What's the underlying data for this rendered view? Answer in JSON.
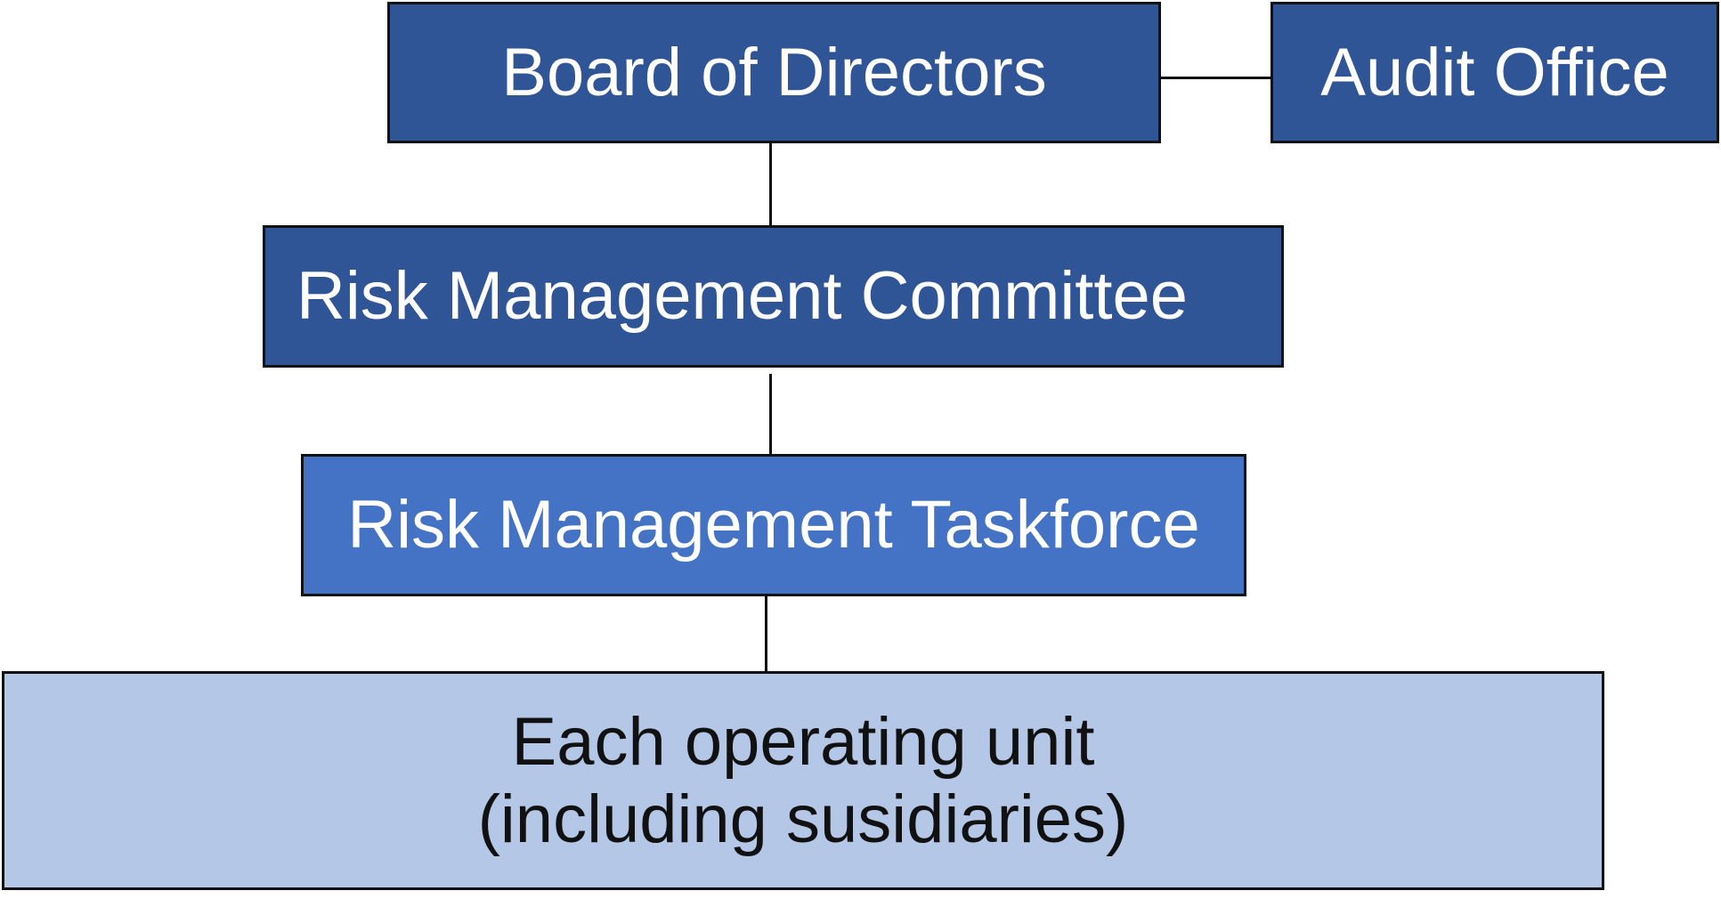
{
  "diagram": {
    "nodes": {
      "board": "Board of Directors",
      "audit": "Audit Office",
      "risk_committee": "Risk Management Committee",
      "risk_taskforce": "Risk Management Taskforce",
      "operating_unit_line1": "Each operating unit",
      "operating_unit_line2": "(including susidiaries)"
    },
    "edges": [
      {
        "from": "board",
        "to": "audit"
      },
      {
        "from": "board",
        "to": "risk_committee"
      },
      {
        "from": "risk_committee",
        "to": "risk_taskforce"
      },
      {
        "from": "risk_taskforce",
        "to": "operating_unit"
      }
    ],
    "colors": {
      "dark_blue": "#2f5597",
      "mid_blue": "#4472c4",
      "light_blue": "#b4c7e7",
      "border": "#111111"
    }
  }
}
